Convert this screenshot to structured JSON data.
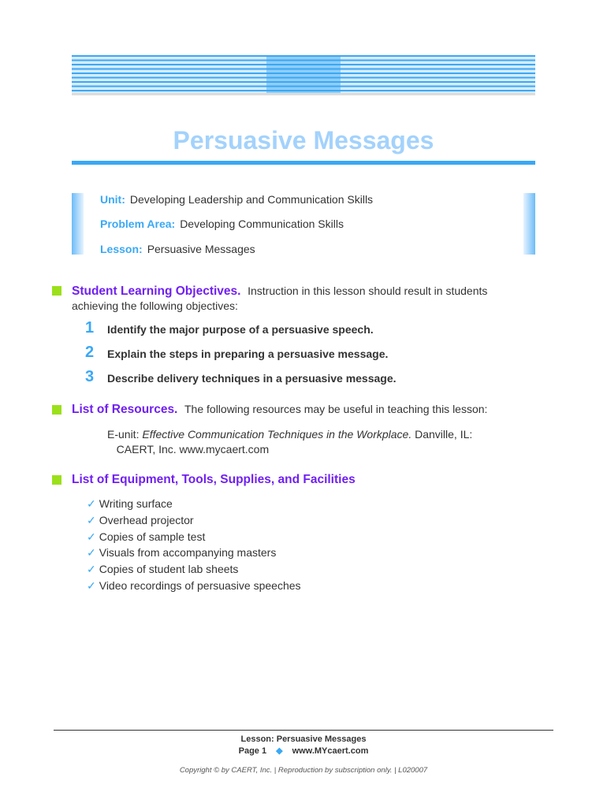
{
  "title": "Persuasive Messages",
  "info": {
    "unit_label": "Unit:",
    "unit": "Developing Leadership and Communication Skills",
    "problem_label": "Problem Area:",
    "problem": "Developing Communication Skills",
    "lesson_label": "Lesson:",
    "lesson": "Persuasive Messages"
  },
  "objectives": {
    "heading": "Student Learning Objectives.",
    "intro_1": "Instruction in this lesson should result in students",
    "intro_2": "achieving the following objectives:",
    "items": [
      {
        "n": "1",
        "text": "Identify the major purpose of a persuasive speech."
      },
      {
        "n": "2",
        "text": "Explain the steps in preparing a persuasive message."
      },
      {
        "n": "3",
        "text": "Describe delivery techniques in a persuasive message."
      }
    ]
  },
  "resources": {
    "heading": "List of Resources.",
    "intro": "The following resources may be useful in teaching this lesson:",
    "item_prefix": "E-unit: ",
    "item_title": "Effective Communication Techniques in the Workplace.",
    "item_rest": " Danville, IL:",
    "item_line2": "CAERT, Inc. www.mycaert.com"
  },
  "equipment": {
    "heading": "List of Equipment, Tools, Supplies, and Facilities",
    "check": "✓",
    "items": [
      "Writing surface",
      "Overhead projector",
      "Copies of sample test",
      "Visuals from accompanying masters",
      "Copies of student lab sheets",
      "Video recordings of persuasive speeches"
    ]
  },
  "footer": {
    "lesson": "Lesson: Persuasive Messages",
    "page": "Page 1",
    "diamond": "◆",
    "site": "www.MYcaert.com",
    "copyright": "Copyright © by CAERT, Inc. | Reproduction by subscription only. | L020007"
  }
}
